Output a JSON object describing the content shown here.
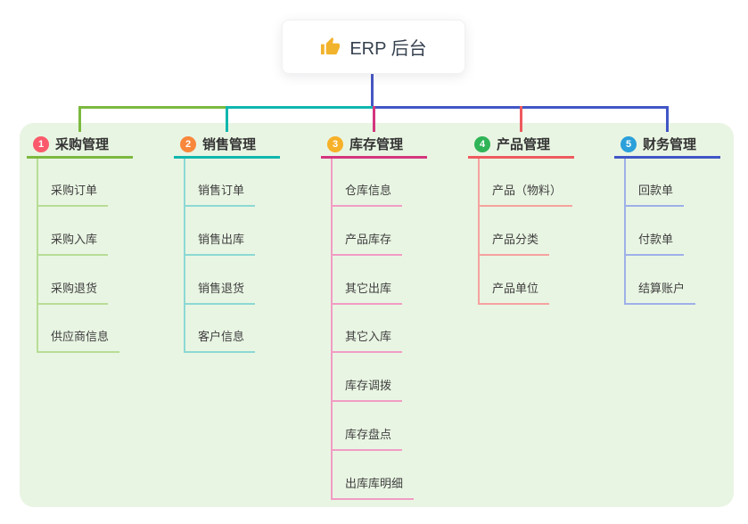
{
  "root": {
    "label": "ERP 后台",
    "icon": "thumbs-up"
  },
  "panel_color": "#e9f5e3",
  "stem_color": "#4656c4",
  "branches": [
    {
      "num": "1",
      "label": "采购管理",
      "badge_color": "#fa5a6b",
      "line_color": "#7cb93f",
      "child_line_color": "#b7dd95",
      "children": [
        "采购订单",
        "采购入库",
        "采购退货",
        "供应商信息"
      ]
    },
    {
      "num": "2",
      "label": "销售管理",
      "badge_color": "#f8873c",
      "line_color": "#10b7ae",
      "child_line_color": "#8bd9d3",
      "children": [
        "销售订单",
        "销售出库",
        "销售退货",
        "客户信息"
      ]
    },
    {
      "num": "3",
      "label": "库存管理",
      "badge_color": "#f7b128",
      "line_color": "#d4367e",
      "child_line_color": "#f19cc4",
      "children": [
        "仓库信息",
        "产品库存",
        "其它出库",
        "其它入库",
        "库存调拨",
        "库存盘点",
        "出库库明细"
      ]
    },
    {
      "num": "4",
      "label": "产品管理",
      "badge_color": "#2fb457",
      "line_color": "#ee5a5e",
      "child_line_color": "#f6a29f",
      "children": [
        "产品（物料）",
        "产品分类",
        "产品单位"
      ]
    },
    {
      "num": "5",
      "label": "财务管理",
      "badge_color": "#2ba0da",
      "line_color": "#4156c6",
      "child_line_color": "#9db0e8",
      "children": [
        "回款单",
        "付款单",
        "结算账户"
      ]
    }
  ]
}
